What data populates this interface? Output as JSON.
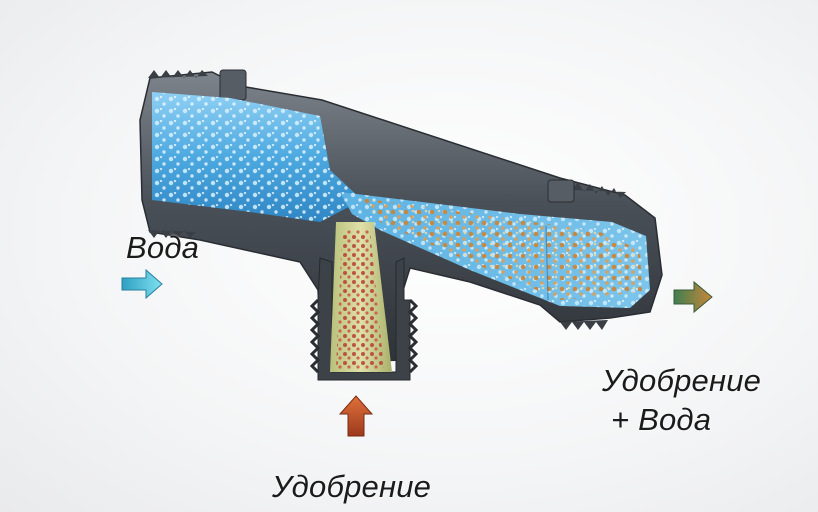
{
  "labels": {
    "water_in": "Вода",
    "fertilizer_in": "Удобрение",
    "output_line1": "Удобрение",
    "output_line2": "+ Вода"
  },
  "colors": {
    "pipe_body": "#4a5058",
    "water": "#4da9e0",
    "fertilizer": "#c9863a",
    "inlet_arrow": "#4fc4dc",
    "fertilizer_arrow": "#c9512a",
    "outlet_arrow": "#5a9a66"
  }
}
